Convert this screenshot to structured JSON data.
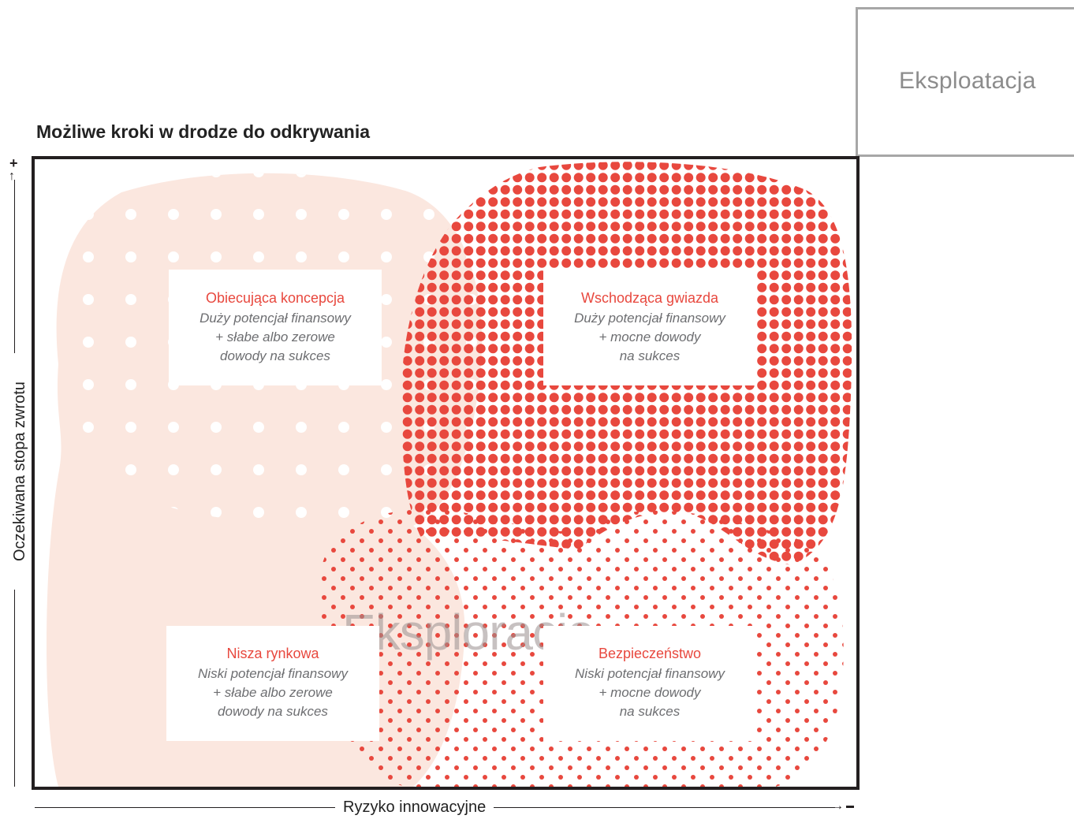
{
  "exploitation_label": "Eksploatacja",
  "title": "Możliwe kroki w drodze do odkrywania",
  "exploration_label": "Eksploracja",
  "axes": {
    "y_label": "Oczekiwana stopa zwrotu",
    "y_high": "+",
    "x_label": "Ryzyko innowacyjne",
    "x_high": "–"
  },
  "quadrants": [
    {
      "title": "Obiecująca koncepcja",
      "desc": "Duży potencjał finansowy\n+ słabe albo zerowe\ndowody na sukces"
    },
    {
      "title": "Wschodząca gwiazda",
      "desc": "Duży potencjał finansowy\n+ mocne dowody\nna sukces"
    },
    {
      "title": "Nisza rynkowa",
      "desc": "Niski potencjał finansowy\n+ słabe albo zerowe\ndowody na sukces"
    },
    {
      "title": "Bezpieczeństwo",
      "desc": "Niski potencjał finansowy\n+ mocne dowody\nna sukces"
    }
  ],
  "colors": {
    "accent": "#e8483e",
    "peach": "#fbe7df",
    "frame": "#231f20",
    "gray_text": "#6d6e71"
  }
}
